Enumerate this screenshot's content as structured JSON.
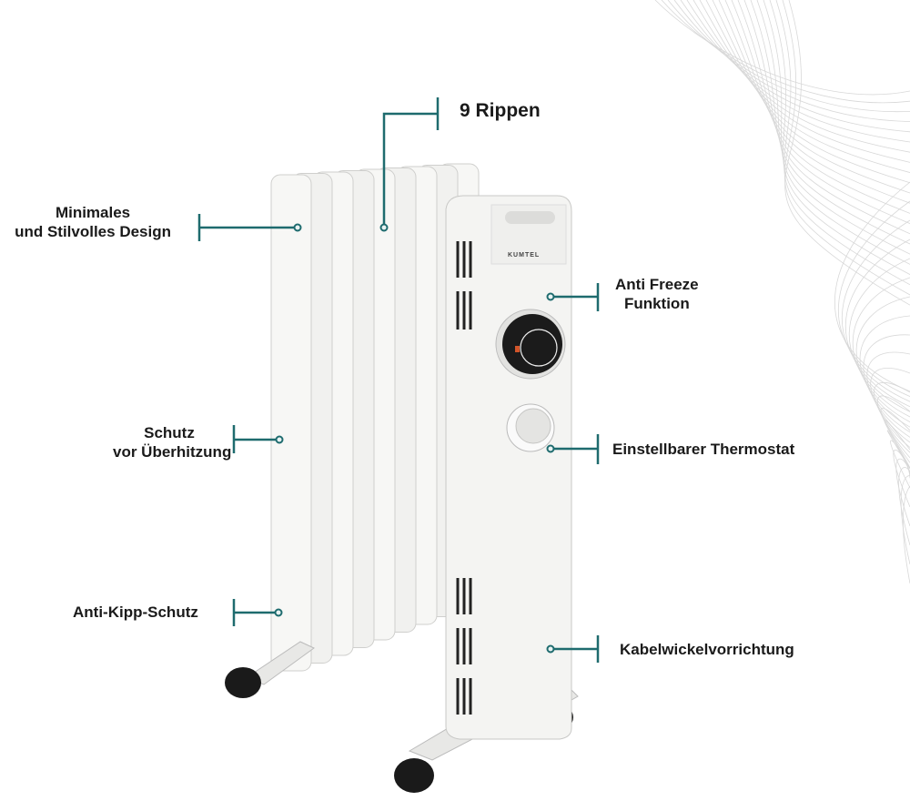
{
  "product": {
    "brand": "KUMTEL"
  },
  "callouts": {
    "ribs": "9 Rippen",
    "design_line1": "Minimales",
    "design_line2": "und Stilvolles Design",
    "antifreeze_line1": "Anti Freeze",
    "antifreeze_line2": "Funktion",
    "overheat_line1": "Schutz",
    "overheat_line2": "vor Überhitzung",
    "thermostat": "Einstellbarer Thermostat",
    "antitip": "Anti-Kipp-Schutz",
    "cable": "Kabelwickelvorrichtung"
  },
  "colors": {
    "accent": "#1e6b6e",
    "body": "#f2f2f0",
    "dial": "#1b1b1b"
  }
}
